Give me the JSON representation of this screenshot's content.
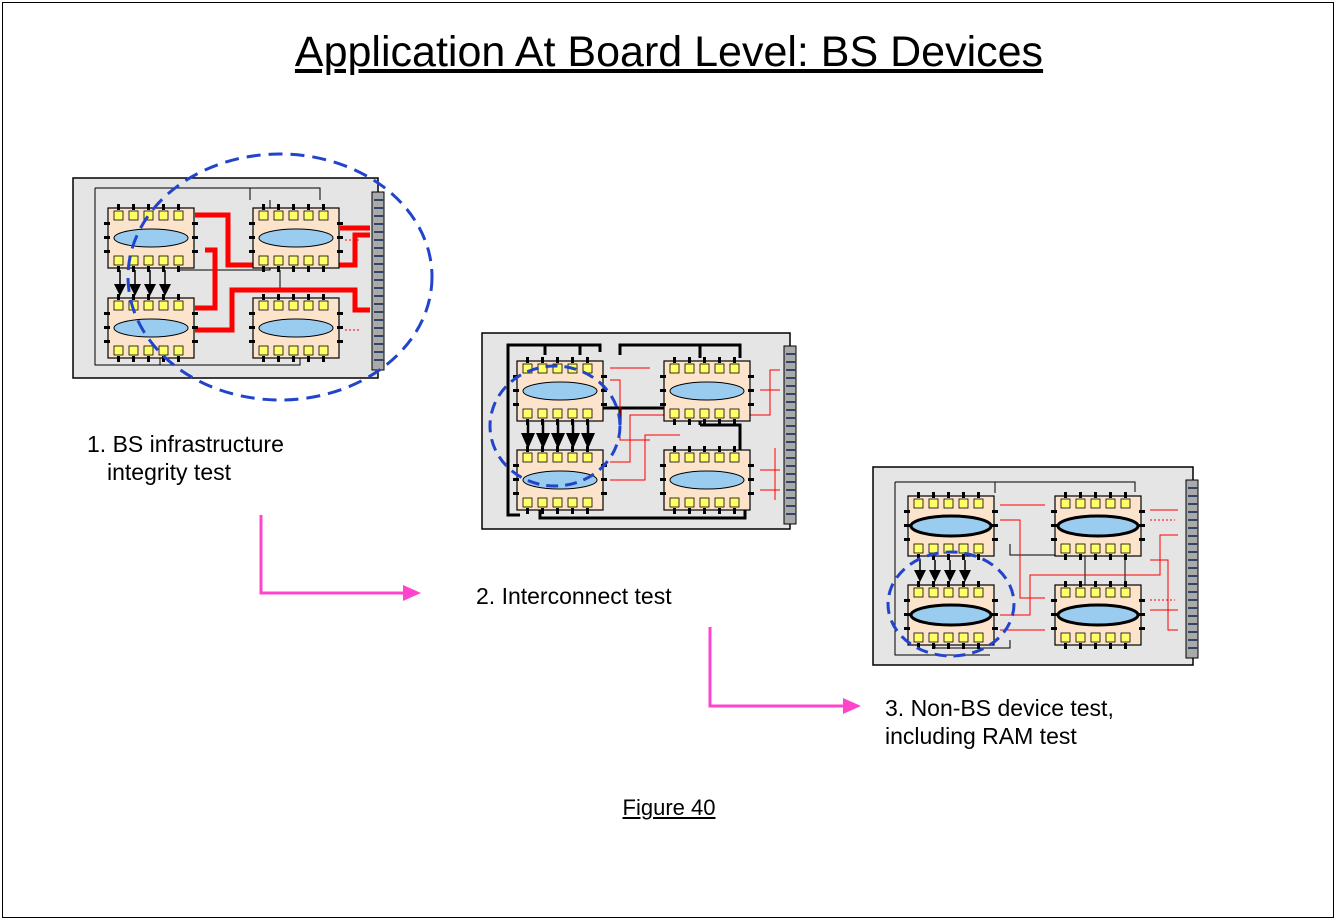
{
  "slide": {
    "title": "Application At Board Level: BS Devices",
    "figure_label": "Figure 40"
  },
  "steps": [
    {
      "line1": "1. BS infrastructure",
      "line2": "integrity test"
    },
    {
      "line1": "2. Interconnect test",
      "line2": ""
    },
    {
      "line1": "3. Non-BS device test,",
      "line2": "including RAM test"
    }
  ],
  "colors": {
    "board_fill": "#e5e5e5",
    "chip_fill": "#fce4cc",
    "pin_fill": "#ffff66",
    "core_fill": "#99ccee",
    "red_trace": "#ff0000",
    "highlight_circle": "#2244cc",
    "flow_arrow": "#ff44cc",
    "connector": "#334466"
  }
}
